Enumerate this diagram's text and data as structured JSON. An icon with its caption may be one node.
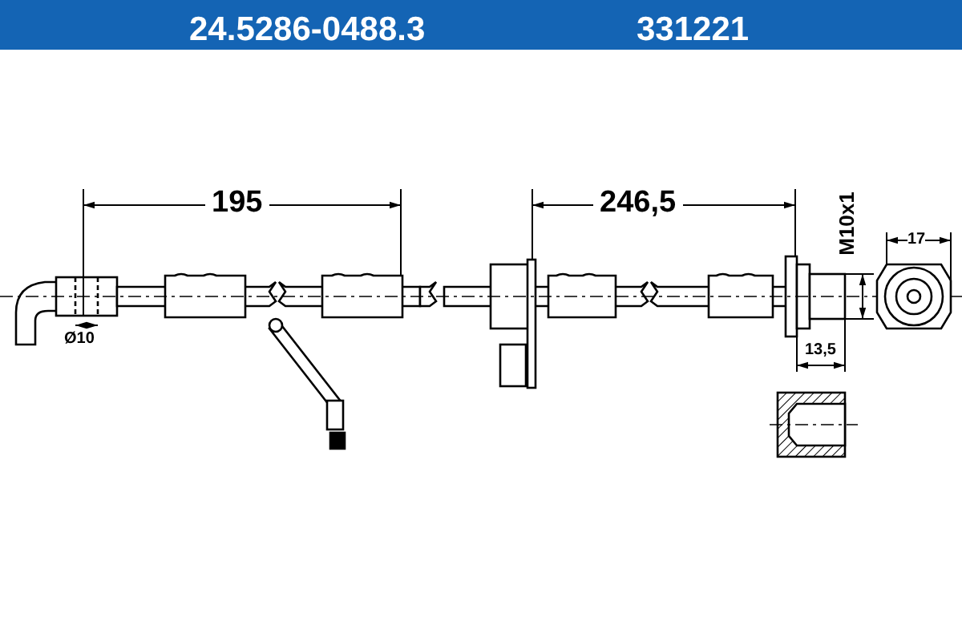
{
  "diagram": {
    "labels": [
      "24.5286-0488.3",
      "331221",
      "195",
      "246,5",
      "M10x1",
      "17",
      "Ø10",
      "13,5"
    ]
  }
}
